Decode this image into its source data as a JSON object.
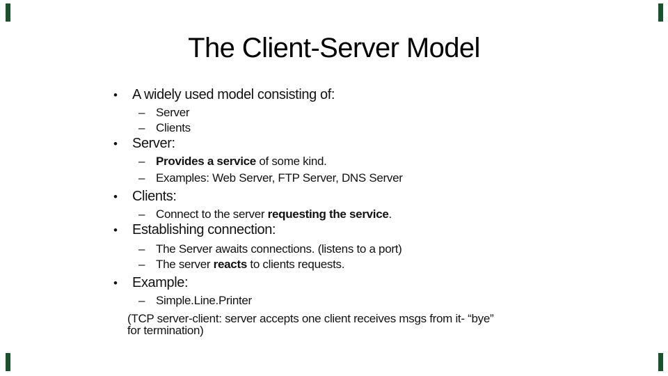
{
  "colors": {
    "background": "#ffffff",
    "text": "#121212",
    "accent": "#19522e"
  },
  "slide": {
    "title": "The Client-Server Model",
    "glyphs": {
      "bullet": "•",
      "dash": "–"
    },
    "bullets": [
      {
        "label": "A widely used model consisting of:",
        "subs": [
          {
            "text": "Server"
          },
          {
            "text": "Clients"
          }
        ]
      },
      {
        "label": "Server:",
        "subs": [
          {
            "bold": "Provides a service",
            "post": " of some kind."
          },
          {
            "text": "Examples: Web Server, FTP Server, DNS Server"
          }
        ]
      },
      {
        "label": "Clients:",
        "subs": [
          {
            "pre": "Connect to the server ",
            "bold": "requesting the service",
            "post": "."
          }
        ]
      },
      {
        "label": "Establishing connection:",
        "subs": [
          {
            "text": "The Server awaits connections. (listens to a port)"
          },
          {
            "pre": "The server ",
            "bold": "reacts",
            "post": " to clients requests."
          }
        ]
      },
      {
        "label": "Example:",
        "subs": [
          {
            "text": "Simple.Line.Printer"
          }
        ],
        "note_lines": [
          "(TCP server-client: server accepts one client receives msgs from it- “bye”",
          "for termination)"
        ]
      }
    ]
  }
}
